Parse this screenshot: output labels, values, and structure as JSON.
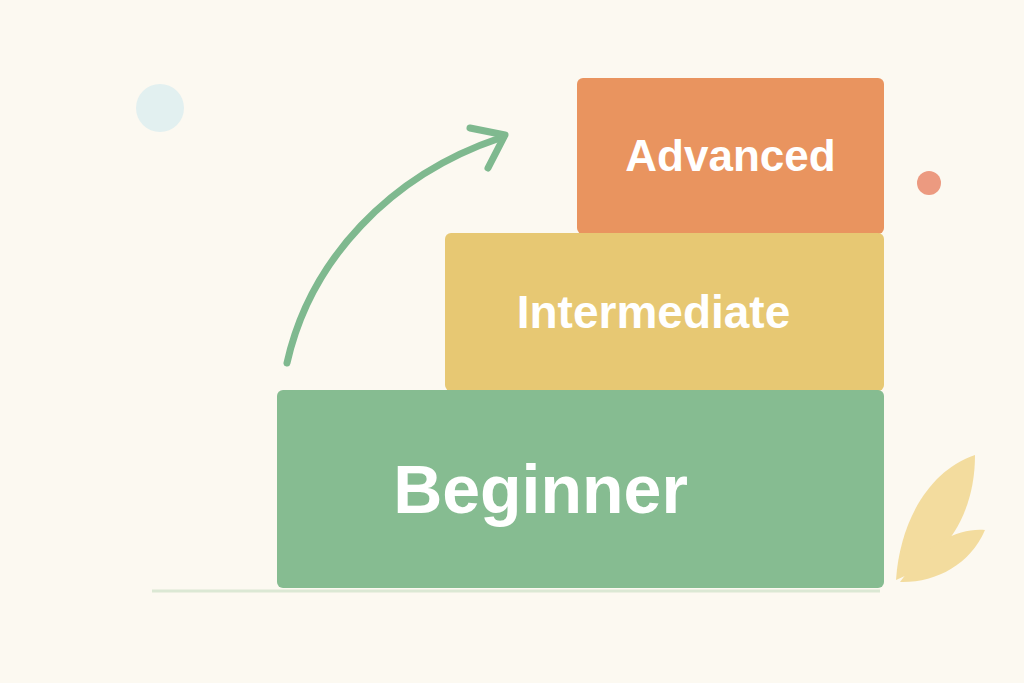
{
  "diagram": {
    "nodes": [
      {
        "text": [
          "Advanced"
        ]
      },
      {
        "text": [
          "Intermediate"
        ]
      },
      {
        "text": [
          "Beginner"
        ]
      }
    ]
  }
}
